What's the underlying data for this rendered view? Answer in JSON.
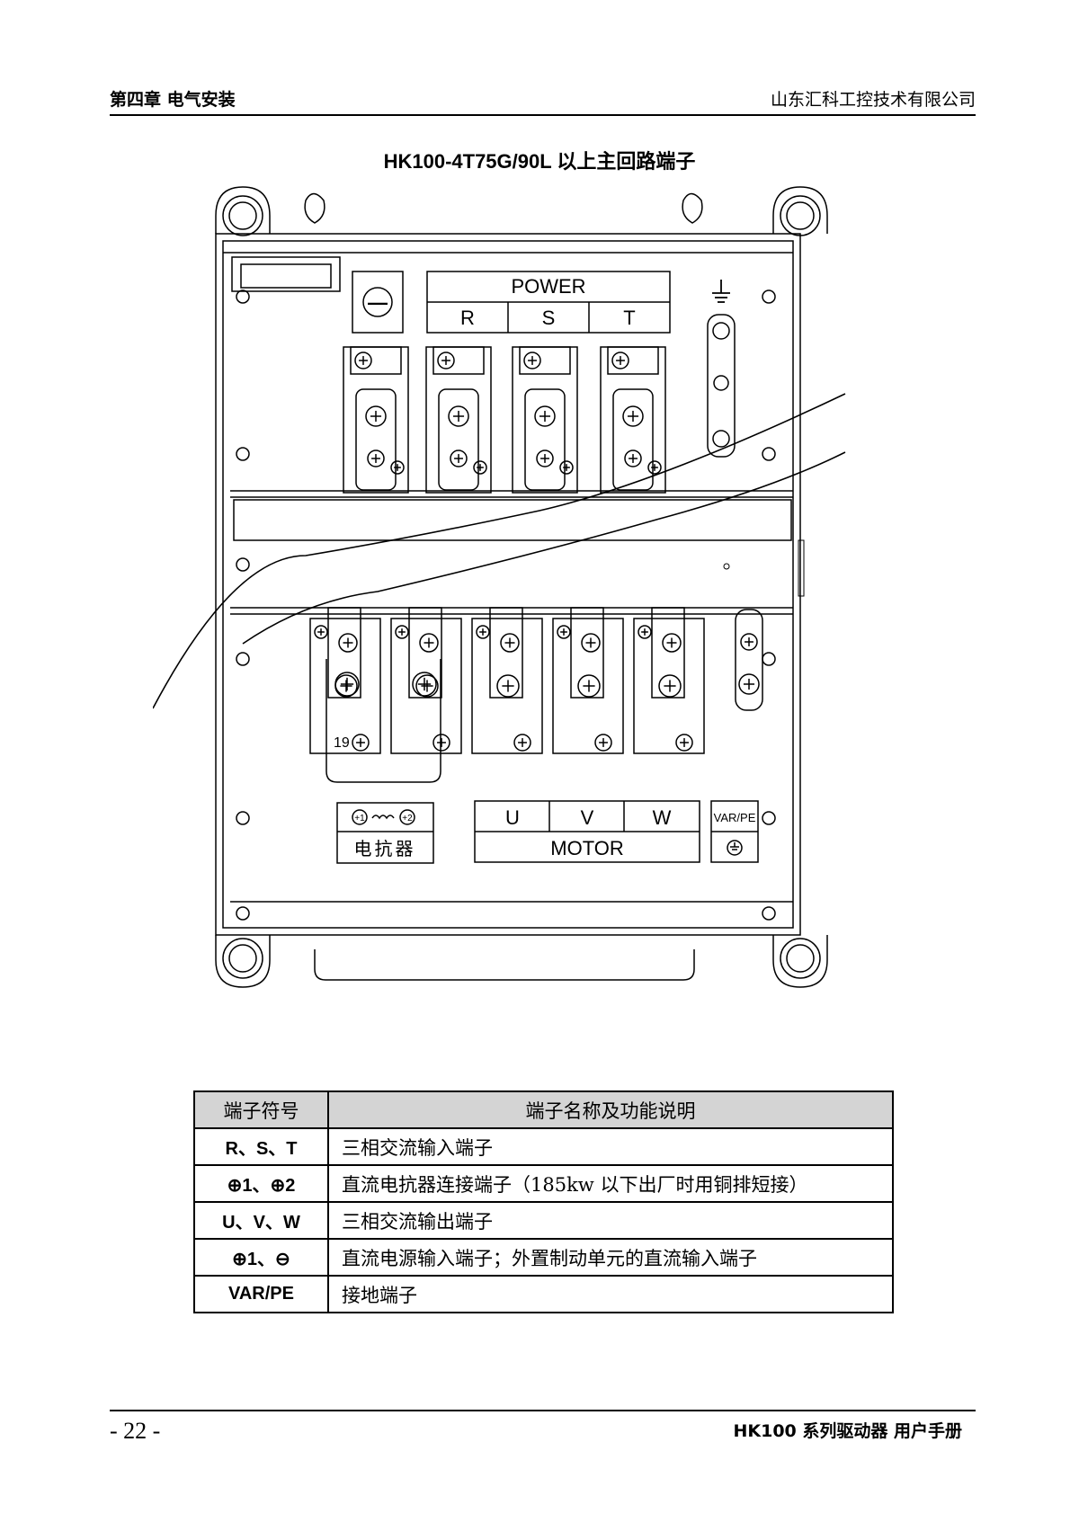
{
  "header": {
    "chapter": "第四章  电气安装",
    "company": "山东汇科工控技术有限公司"
  },
  "title": "HK100-4T75G/90L 以上主回路端子",
  "diagram": {
    "power_label": "POWER",
    "input_phases": [
      "R",
      "S",
      "T"
    ],
    "motor_label": "MOTOR",
    "output_phases": [
      "U",
      "V",
      "W"
    ],
    "var_pe_label": "VAR/PE",
    "reactor_label": "电抗器",
    "reactor_plus1": "+1",
    "reactor_plus2": "+2",
    "minus_symbol": "—",
    "marker_19": "19"
  },
  "table": {
    "headers": [
      "端子符号",
      "端子名称及功能说明"
    ],
    "rows": [
      {
        "symbol": "R、S、T",
        "description": "三相交流输入端子"
      },
      {
        "symbol": "⊕1、⊕2",
        "description": "直流电抗器连接端子（185kw 以下出厂时用铜排短接）"
      },
      {
        "symbol": "U、V、W",
        "description": "三相交流输出端子"
      },
      {
        "symbol": "⊕1、⊖",
        "description": "直流电源输入端子；外置制动单元的直流输入端子"
      },
      {
        "symbol": "VAR/PE",
        "description": "接地端子"
      }
    ]
  },
  "footer": {
    "page": "- 22 -",
    "product": "HK100 系列驱动器  用户手册"
  }
}
